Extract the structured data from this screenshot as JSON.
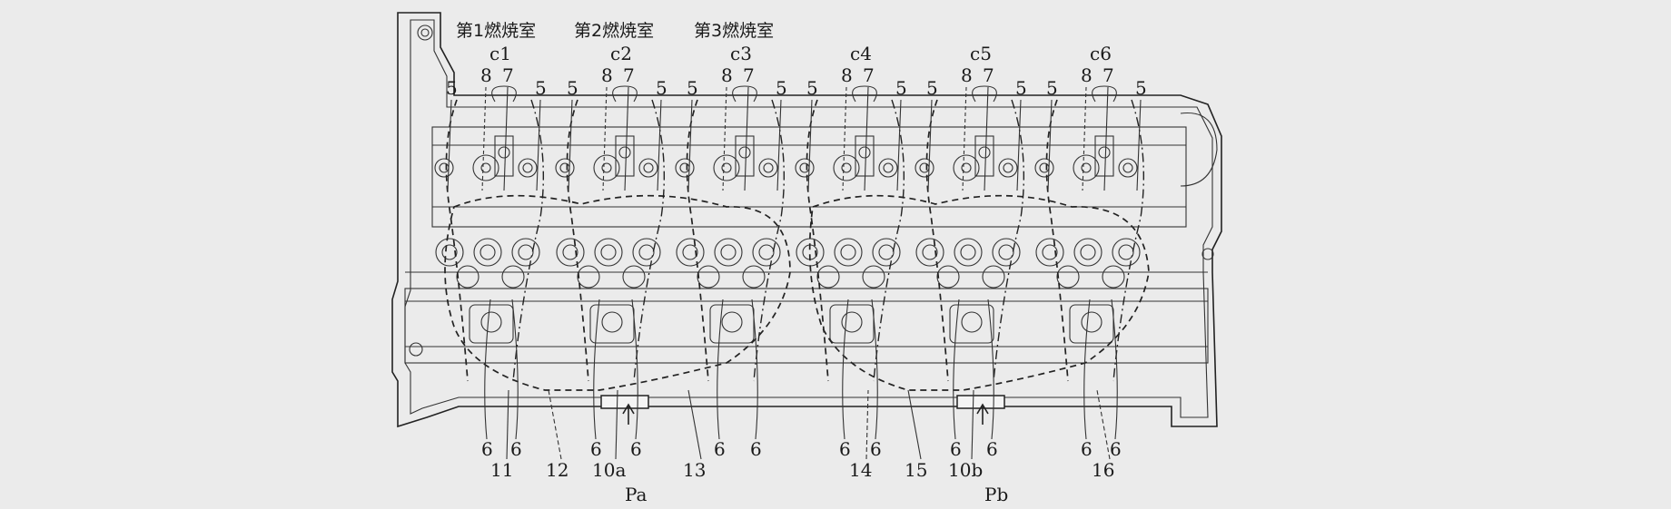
{
  "chamber_labels": [
    "第1燃焼室",
    "第2燃焼室",
    "第3燃焼室"
  ],
  "cylinder_labels": [
    "c1",
    "c2",
    "c3",
    "c4",
    "c5",
    "c6"
  ],
  "top_numbers": [
    "5",
    "8",
    "7",
    "5"
  ],
  "bottom_numbers": {
    "port_marks": [
      "6",
      "6",
      "6",
      "6",
      "6",
      "6",
      "6",
      "6",
      "6",
      "6",
      "6",
      "6"
    ],
    "refs": [
      "11",
      "12",
      "10a",
      "13",
      "14",
      "15",
      "10b",
      "16"
    ],
    "points": [
      "Pa",
      "Pb"
    ]
  },
  "colors": {
    "background": "#ebebeb",
    "ink": "#222222"
  }
}
